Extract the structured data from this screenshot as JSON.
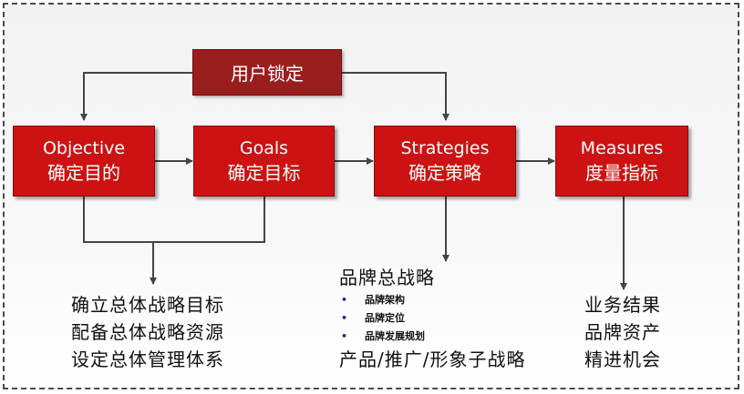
{
  "top_box": {
    "label": "用户锁定"
  },
  "boxes": [
    {
      "en": "Objective",
      "zh": "确定目的"
    },
    {
      "en": "Goals",
      "zh": "确定目标"
    },
    {
      "en": "Strategies",
      "zh": "确定策略"
    },
    {
      "en": "Measures",
      "zh": "度量指标"
    }
  ],
  "left_text": [
    "确立总体战略目标",
    "配备总体战略资源",
    "设定总体管理体系"
  ],
  "middle_text": {
    "heading": "品牌总战略",
    "bullet": "•",
    "items": [
      "品牌架构",
      "品牌定位",
      "品牌发展规划"
    ],
    "footer": "产品/推广/形象子战略"
  },
  "right_text": [
    "业务结果",
    "品牌资产",
    "精进机会"
  ],
  "colors": {
    "box_red": "#cc1212",
    "top_box_red": "#9b1e1e",
    "line": "#444444",
    "bullet": "#1b2a8a"
  }
}
